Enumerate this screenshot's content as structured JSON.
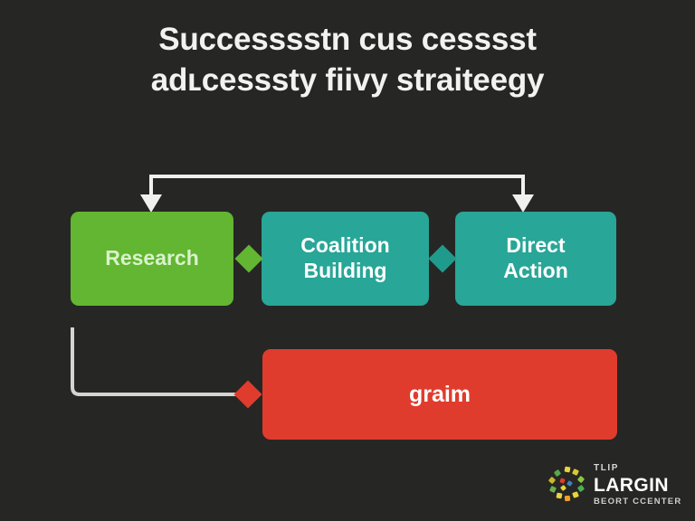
{
  "background_color": "#262625",
  "title": {
    "line_1": "Successsstn cus cesssst",
    "line_2": "adʟcesssty fiivy straiteegy",
    "color": "#f2f2f0"
  },
  "flow": {
    "nodes": [
      {
        "id": "research",
        "label": "Research",
        "fill": "#62b631",
        "text_color": "#d9f2cc"
      },
      {
        "id": "coalition",
        "label": "Coalition\nBuilding",
        "fill": "#28a697",
        "text_color": "#ffffff"
      },
      {
        "id": "direct",
        "label": "Direct\nAction",
        "fill": "#28a697",
        "text_color": "#ffffff"
      },
      {
        "id": "goal",
        "label": "graim",
        "fill": "#e03c2d",
        "text_color": "#ffffff"
      }
    ],
    "connectors": {
      "top_bracket_color": "#f0f0ee",
      "bottom_elbow_color": "#d4d4d2",
      "diamond_1_color": "#62b631",
      "diamond_2_color": "#1f9b8d",
      "diamond_3_color": "#e03c2d"
    }
  },
  "logo": {
    "line_1": "TLIP",
    "line_2": "LARGIN",
    "line_3": "BEORT CCENTER",
    "dot_colors": [
      "#e8d43c",
      "#d9c832",
      "#8cc63f",
      "#4caf50",
      "#e8d43c",
      "#f0a028",
      "#e03c2d",
      "#3d7fc1",
      "#6ab04c",
      "#e8d43c",
      "#c9b829",
      "#56a84b"
    ]
  }
}
